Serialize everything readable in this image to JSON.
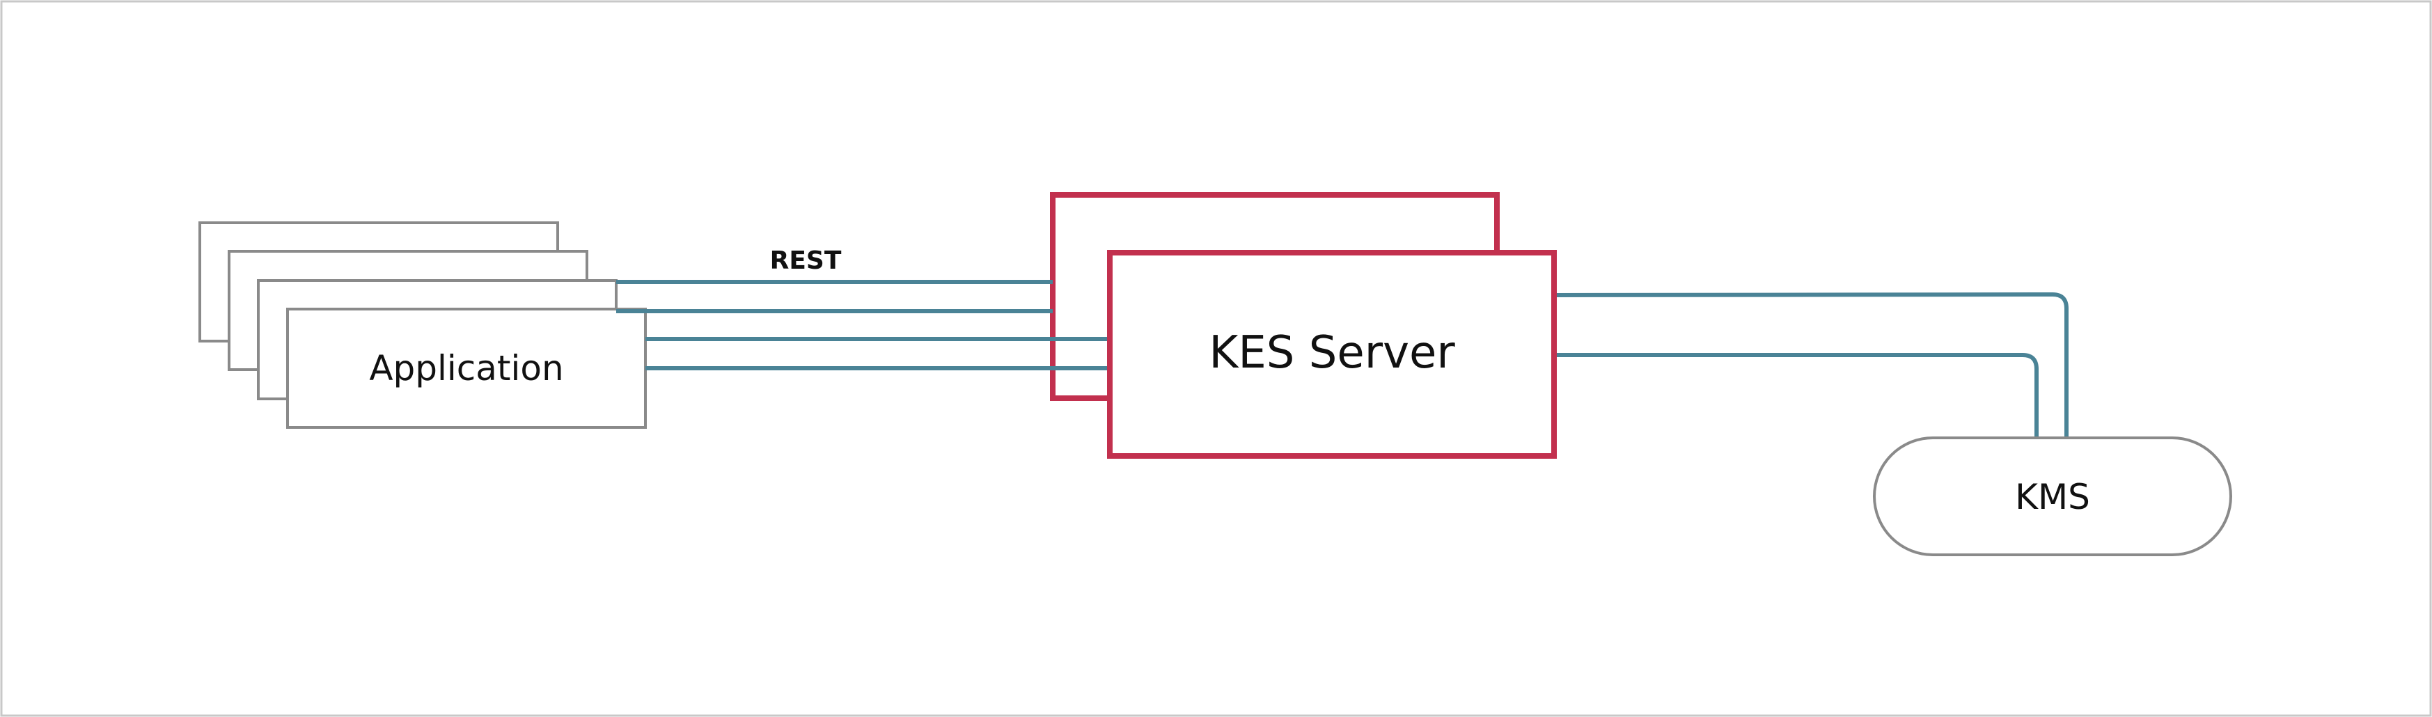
{
  "diagram": {
    "application_label": "Application",
    "protocol_label": "REST",
    "server_label": "KES Server",
    "kms_label": "KMS"
  },
  "colors": {
    "frame_border": "#c8c8c8",
    "application_border": "#8a8a8a",
    "server_border": "#c2304e",
    "connection_line": "#4a8396",
    "kms_border": "#8a8a8a",
    "text": "#111111"
  }
}
